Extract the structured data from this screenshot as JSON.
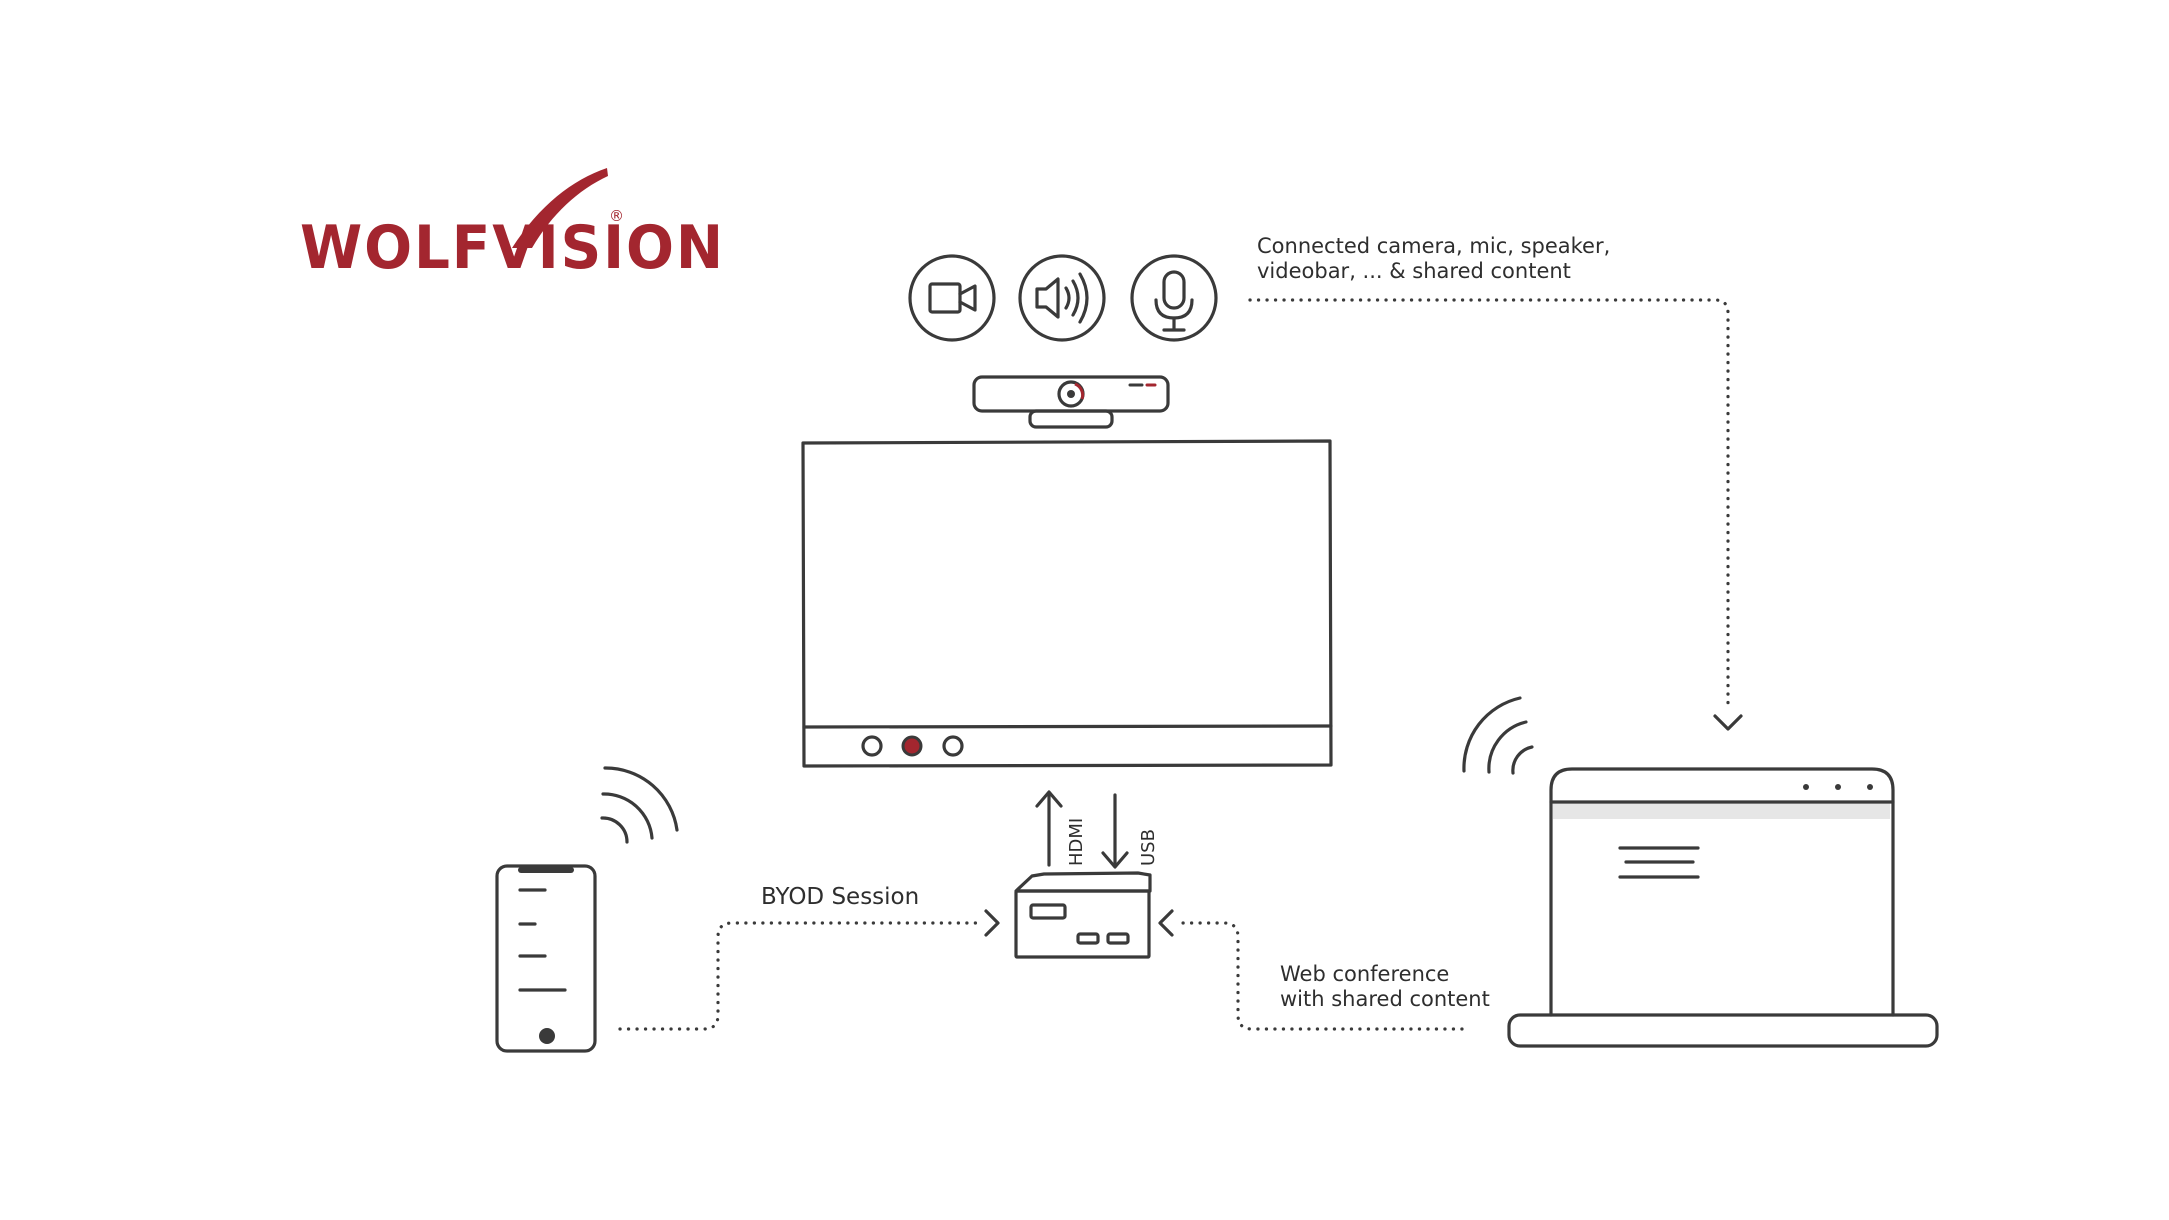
{
  "logo": {
    "text": "WOLFVISION",
    "registered_mark": "®",
    "color": "#a3262f"
  },
  "labels": {
    "connected_line1": "Connected camera, mic, speaker,",
    "connected_line2": "videobar, ... & shared content",
    "byod": "BYOD Session",
    "web_line1": "Web conference",
    "web_line2": "with shared content",
    "hdmi": "HDMI",
    "usb": "USB"
  },
  "icons": [
    "video-camera-icon",
    "speaker-icon",
    "microphone-icon"
  ],
  "colors": {
    "line": "#3a3a3a",
    "accent": "#a3262f",
    "background": "#ffffff",
    "laptop_bar": "#e6e6e6"
  }
}
